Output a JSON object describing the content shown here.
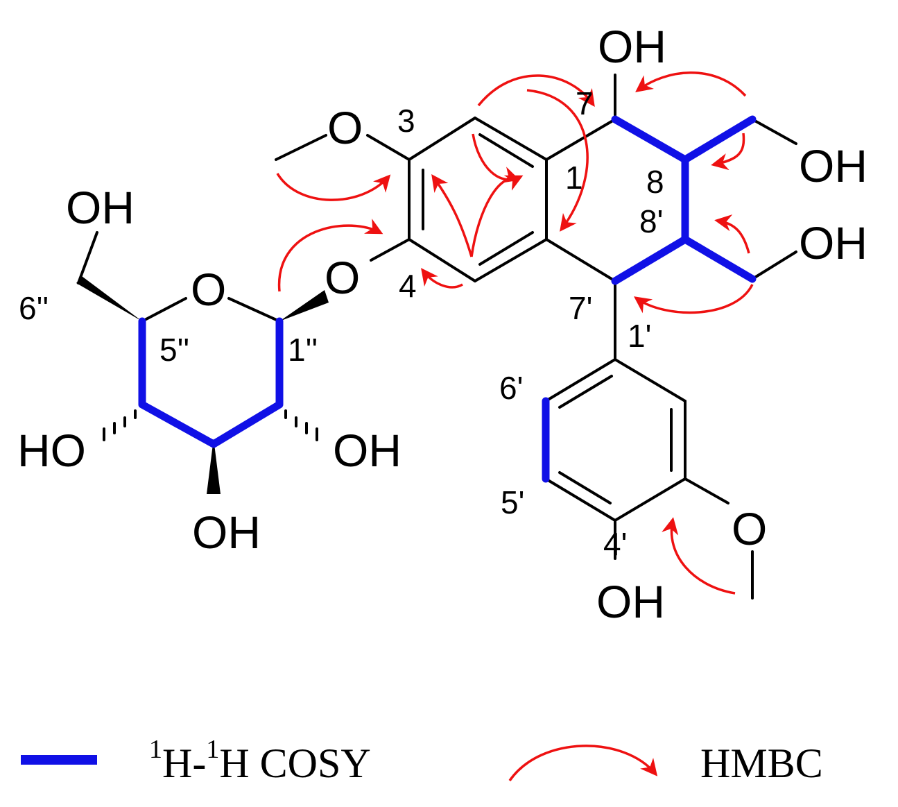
{
  "colors": {
    "bond": "#000000",
    "cosy": "#1010e6",
    "hmbc": "#ee1111",
    "background": "#ffffff"
  },
  "atoms": {
    "oh_c7": "OH",
    "oh_c9": "OH",
    "oh_c9p": "OH",
    "o_methoxy3": "O",
    "o_glyco": "O",
    "o_ring": "O",
    "oh_c6pp": "OH",
    "ho_c4pp": "HO",
    "oh_c2pp": "OH",
    "oh_c3pp": "OH",
    "o_methoxy3p": "O",
    "oh_c4p": "OH"
  },
  "numbering": {
    "c7": "7",
    "c3": "3",
    "c1": "1",
    "c8": "8",
    "c8p": "8'",
    "c4": "4",
    "c7p": "7'",
    "c6pp": "6''",
    "c5pp": "5''",
    "c1pp": "1''",
    "c1p": "1'",
    "c6p": "6'",
    "c5p": "5'",
    "c4p": "4'"
  },
  "legend": {
    "cosy_sup1": "1",
    "cosy_h1": "H-",
    "cosy_sup2": "1",
    "cosy_h2": "H COSY",
    "hmbc_label": "HMBC"
  }
}
